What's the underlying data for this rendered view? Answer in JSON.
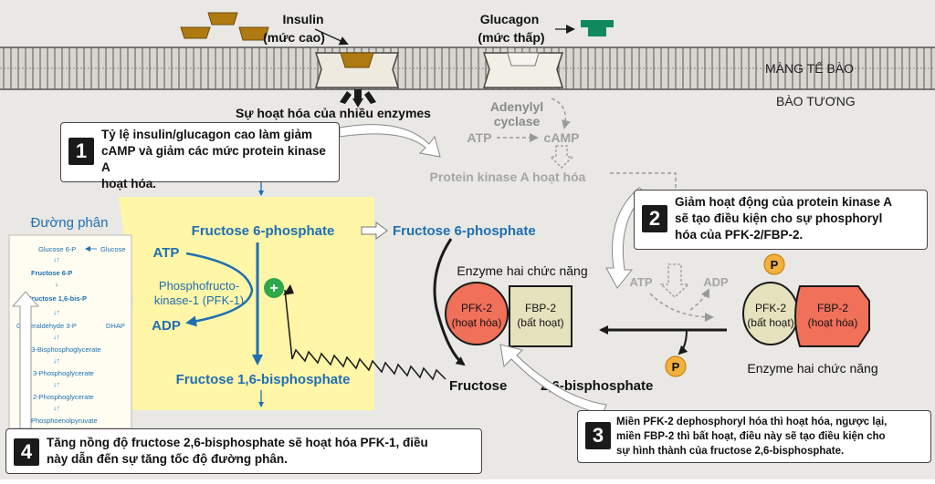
{
  "membrane": {
    "insulin_label": "Insulin",
    "insulin_sub": "(mức cao)",
    "glucagon_label": "Glucagon",
    "glucagon_sub": "(mức thấp)",
    "membrane_label": "MÀNG TẾ BÀO",
    "cytoplasm_label": "BÀO TƯƠNG",
    "enzyme_activation": "Sự hoạt hóa của nhiều enzymes"
  },
  "camp_pathway": {
    "adenylyl_cyclase": [
      "Adenylyl",
      "cyclase"
    ],
    "atp": "ATP",
    "camp": "cAMP",
    "pka_active": "Protein kinase A hoạt hóa"
  },
  "glycolysis": {
    "title": "Đường phân",
    "steps": [
      "Glucose 6-P",
      "Glucose",
      "Fructose 6-P",
      "Fructose 1,6-bis-P",
      "Glyceraldehyde 3-P",
      "DHAP",
      "1,3-Bisphosphoglycerate",
      "3-Phosphoglycerate",
      "2-Phosphoglycerate",
      "Phosphoenolpyruvate"
    ]
  },
  "pfk1_panel": {
    "f6p": "Fructose 6-phosphate",
    "atp": "ATP",
    "enzyme": [
      "Phosphofructo-",
      "kinase-1 (PFK-1)"
    ],
    "adp": "ADP",
    "f16bp": "Fructose 1,6-bisphosphate",
    "activator_symbol": "+"
  },
  "bifunctional": {
    "f6p_right": "Fructose 6-phosphate",
    "enzyme_label_left": "Enzyme hai chức năng",
    "enzyme_label_right": "Enzyme hai chức năng",
    "pfk2_active": [
      "PFK-2",
      "(hoạt hóa)"
    ],
    "fbp2_inactive": [
      "FBP-2",
      "(bất hoạt)"
    ],
    "pfk2_inactive": [
      "PFK-2",
      "(bất hoạt)"
    ],
    "fbp2_active": [
      "FBP-2",
      "(hoạt hóa)"
    ],
    "phosphate": "P",
    "atp": "ATP",
    "adp": "ADP",
    "product_part1": "Fructose",
    "product_part2": "2,6-bisphosphate"
  },
  "callouts": {
    "c1": {
      "number": "1",
      "lines": [
        "Tỷ lệ insulin/glucagon cao làm giảm",
        "cAMP và giảm các mức protein kinase A",
        "hoạt hóa."
      ]
    },
    "c2": {
      "number": "2",
      "lines": [
        "Giảm hoạt động của protein kinase A",
        "sẽ tạo điều kiện cho sự phosphoryl",
        "hóa của PFK-2/FBP-2."
      ]
    },
    "c3": {
      "number": "3",
      "lines": [
        "Miền PFK-2 dephosphoryl hóa thì hoạt hóa, ngược lại,",
        "miền FBP-2 thì bất hoạt, điều này sẽ tạo điều kiện cho",
        "sự hình thành của fructose 2,6-bisphosphate."
      ]
    },
    "c4": {
      "number": "4",
      "lines": [
        "Tăng nồng độ fructose 2,6-bisphosphate sẽ hoạt hóa PFK-1, điều",
        "này dẫn đến sự tăng tốc độ đường phân."
      ]
    }
  },
  "colors": {
    "background": "#e9e8e5",
    "membrane": "#d4d1cc",
    "yellow_panel": "#fff6a8",
    "blue_text": "#1f6fb3",
    "pfk2_fill": "#f0705a",
    "fbp2_fill": "#e6e2be",
    "insulin_brown": "#b07a12",
    "glucagon_green": "#0f8a5f",
    "phosphate_orange": "#f2b13c",
    "activator_green": "#2ea84a"
  }
}
